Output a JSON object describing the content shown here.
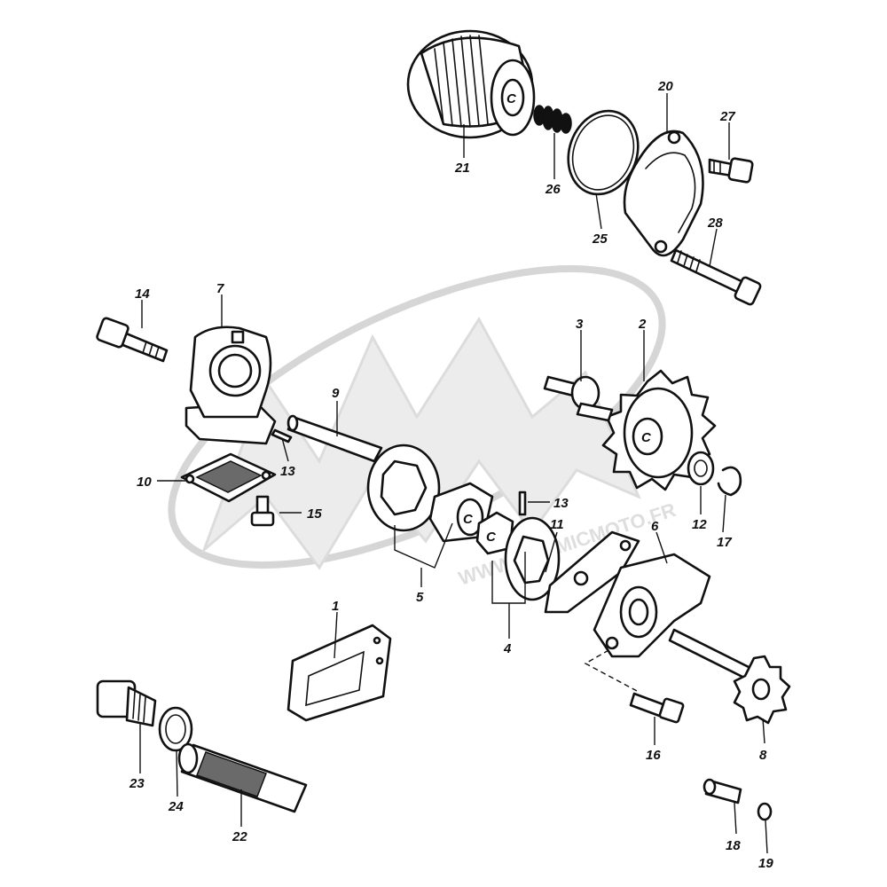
{
  "watermark": {
    "text": "WWW.ITALMICMOTO.FR"
  },
  "callouts": {
    "p1": "1",
    "p2": "2",
    "p3": "3",
    "p4": "4",
    "p5": "5",
    "p6": "6",
    "p7": "7",
    "p8": "8",
    "p9": "9",
    "p10": "10",
    "p11": "11",
    "p12": "12",
    "p13a": "13",
    "p13b": "13",
    "p14": "14",
    "p15": "15",
    "p16": "16",
    "p17": "17",
    "p18": "18",
    "p19": "19",
    "p20": "20",
    "p21": "21",
    "p22": "22",
    "p23": "23",
    "p24": "24",
    "p25": "25",
    "p26": "26",
    "p27": "27",
    "p28": "28"
  },
  "glyphs": {
    "c_mark": "C"
  }
}
